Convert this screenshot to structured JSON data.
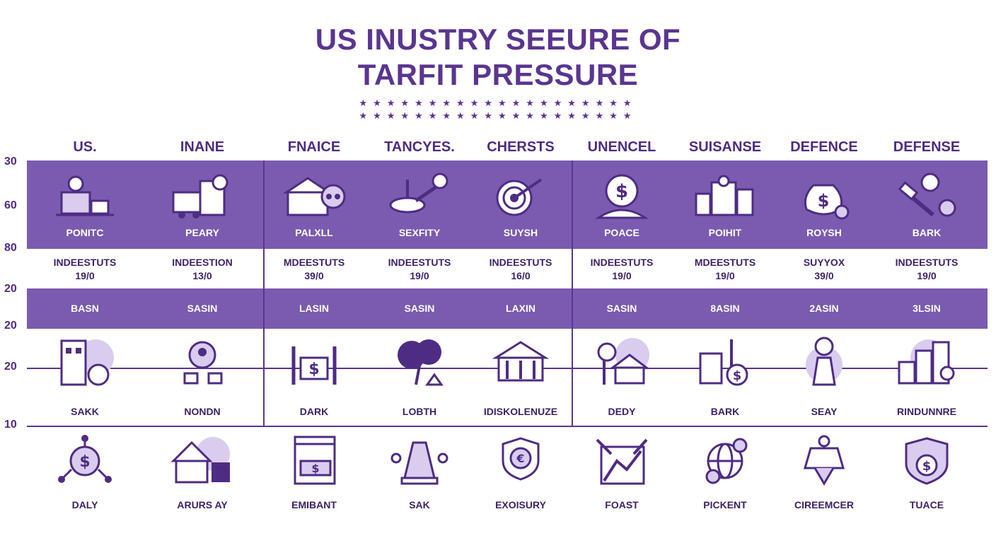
{
  "title": {
    "line1": "US INUSTRY SEEURE OF",
    "line2": "TARFIT PRESSURE"
  },
  "stars": {
    "row1": "★★★★★★★★★★★★★★★★★★★★",
    "row2": "★★★★★★★★★★★★★★★★★★★★"
  },
  "axis": [
    "30",
    "60",
    "80",
    "20",
    "20",
    "20",
    "10"
  ],
  "headers": [
    "US.",
    "INANE",
    "FNAICE",
    "TANCYES.",
    "CHERSTS",
    "UNENCEL",
    "SUISANSE",
    "DEFENCE",
    "DEFENSE"
  ],
  "row1_labels": [
    "PONITC",
    "PEARY",
    "PALXLL",
    "SEXFITY",
    "SUYSH",
    "POACE",
    "POIHIT",
    "ROYSH",
    "BARK"
  ],
  "row2_stats": [
    {
      "label": "INDEESTUTS",
      "value": "19/0"
    },
    {
      "label": "INDEESTION",
      "value": "13/0"
    },
    {
      "label": "MDEESTUTS",
      "value": "39/0"
    },
    {
      "label": "INDEESTUTS",
      "value": "19/0"
    },
    {
      "label": "INDEESTUTS",
      "value": "16/0"
    },
    {
      "label": "INDEESTUTS",
      "value": "19/0"
    },
    {
      "label": "MDEESTUTS",
      "value": "19/0"
    },
    {
      "label": "SUYYOX",
      "value": "39/0"
    },
    {
      "label": "INDEESTUTS",
      "value": "19/0"
    }
  ],
  "row3_labels": [
    "BASN",
    "SASIN",
    "LASIN",
    "SASIN",
    "LAXIN",
    "SASIN",
    "8ASIN",
    "2ASIN",
    "3LSIN"
  ],
  "row4_labels": [
    "SAKK",
    "NONDN",
    "DARK",
    "LOBTH",
    "IDISKOLENUZE",
    "DEDY",
    "BARK",
    "SEAY",
    "RINDUNNRE"
  ],
  "row5_labels": [
    "DALY",
    "ARURS AY",
    "EMIBANT",
    "SAK",
    "EXOISURY",
    "FOAST",
    "PICKENT",
    "CIREEMCER",
    "TUACE"
  ],
  "icons": {
    "row1": [
      "factory-worker-icon",
      "document-truck-icon",
      "finance-building-icon",
      "tap-key-icon",
      "target-icon",
      "coin-car-icon",
      "city-skyline-icon",
      "money-bag-icon",
      "gavel-coin-icon"
    ],
    "row4": [
      "building-globe-icon",
      "idea-person-icon",
      "dollar-gate-icon",
      "tree-icon",
      "bank-icon",
      "house-pin-icon",
      "building-coin-icon",
      "person-icon",
      "city-chart-icon"
    ],
    "row5": [
      "dollar-network-icon",
      "house-market-icon",
      "window-money-icon",
      "lab-flask-icon",
      "euro-shield-icon",
      "chart-tools-icon",
      "globe-coins-icon",
      "ornament-icon",
      "shield-dollar-icon"
    ]
  },
  "colors": {
    "primary": "#5a3590",
    "band": "#7a5bb0",
    "light": "#d9ccef"
  }
}
